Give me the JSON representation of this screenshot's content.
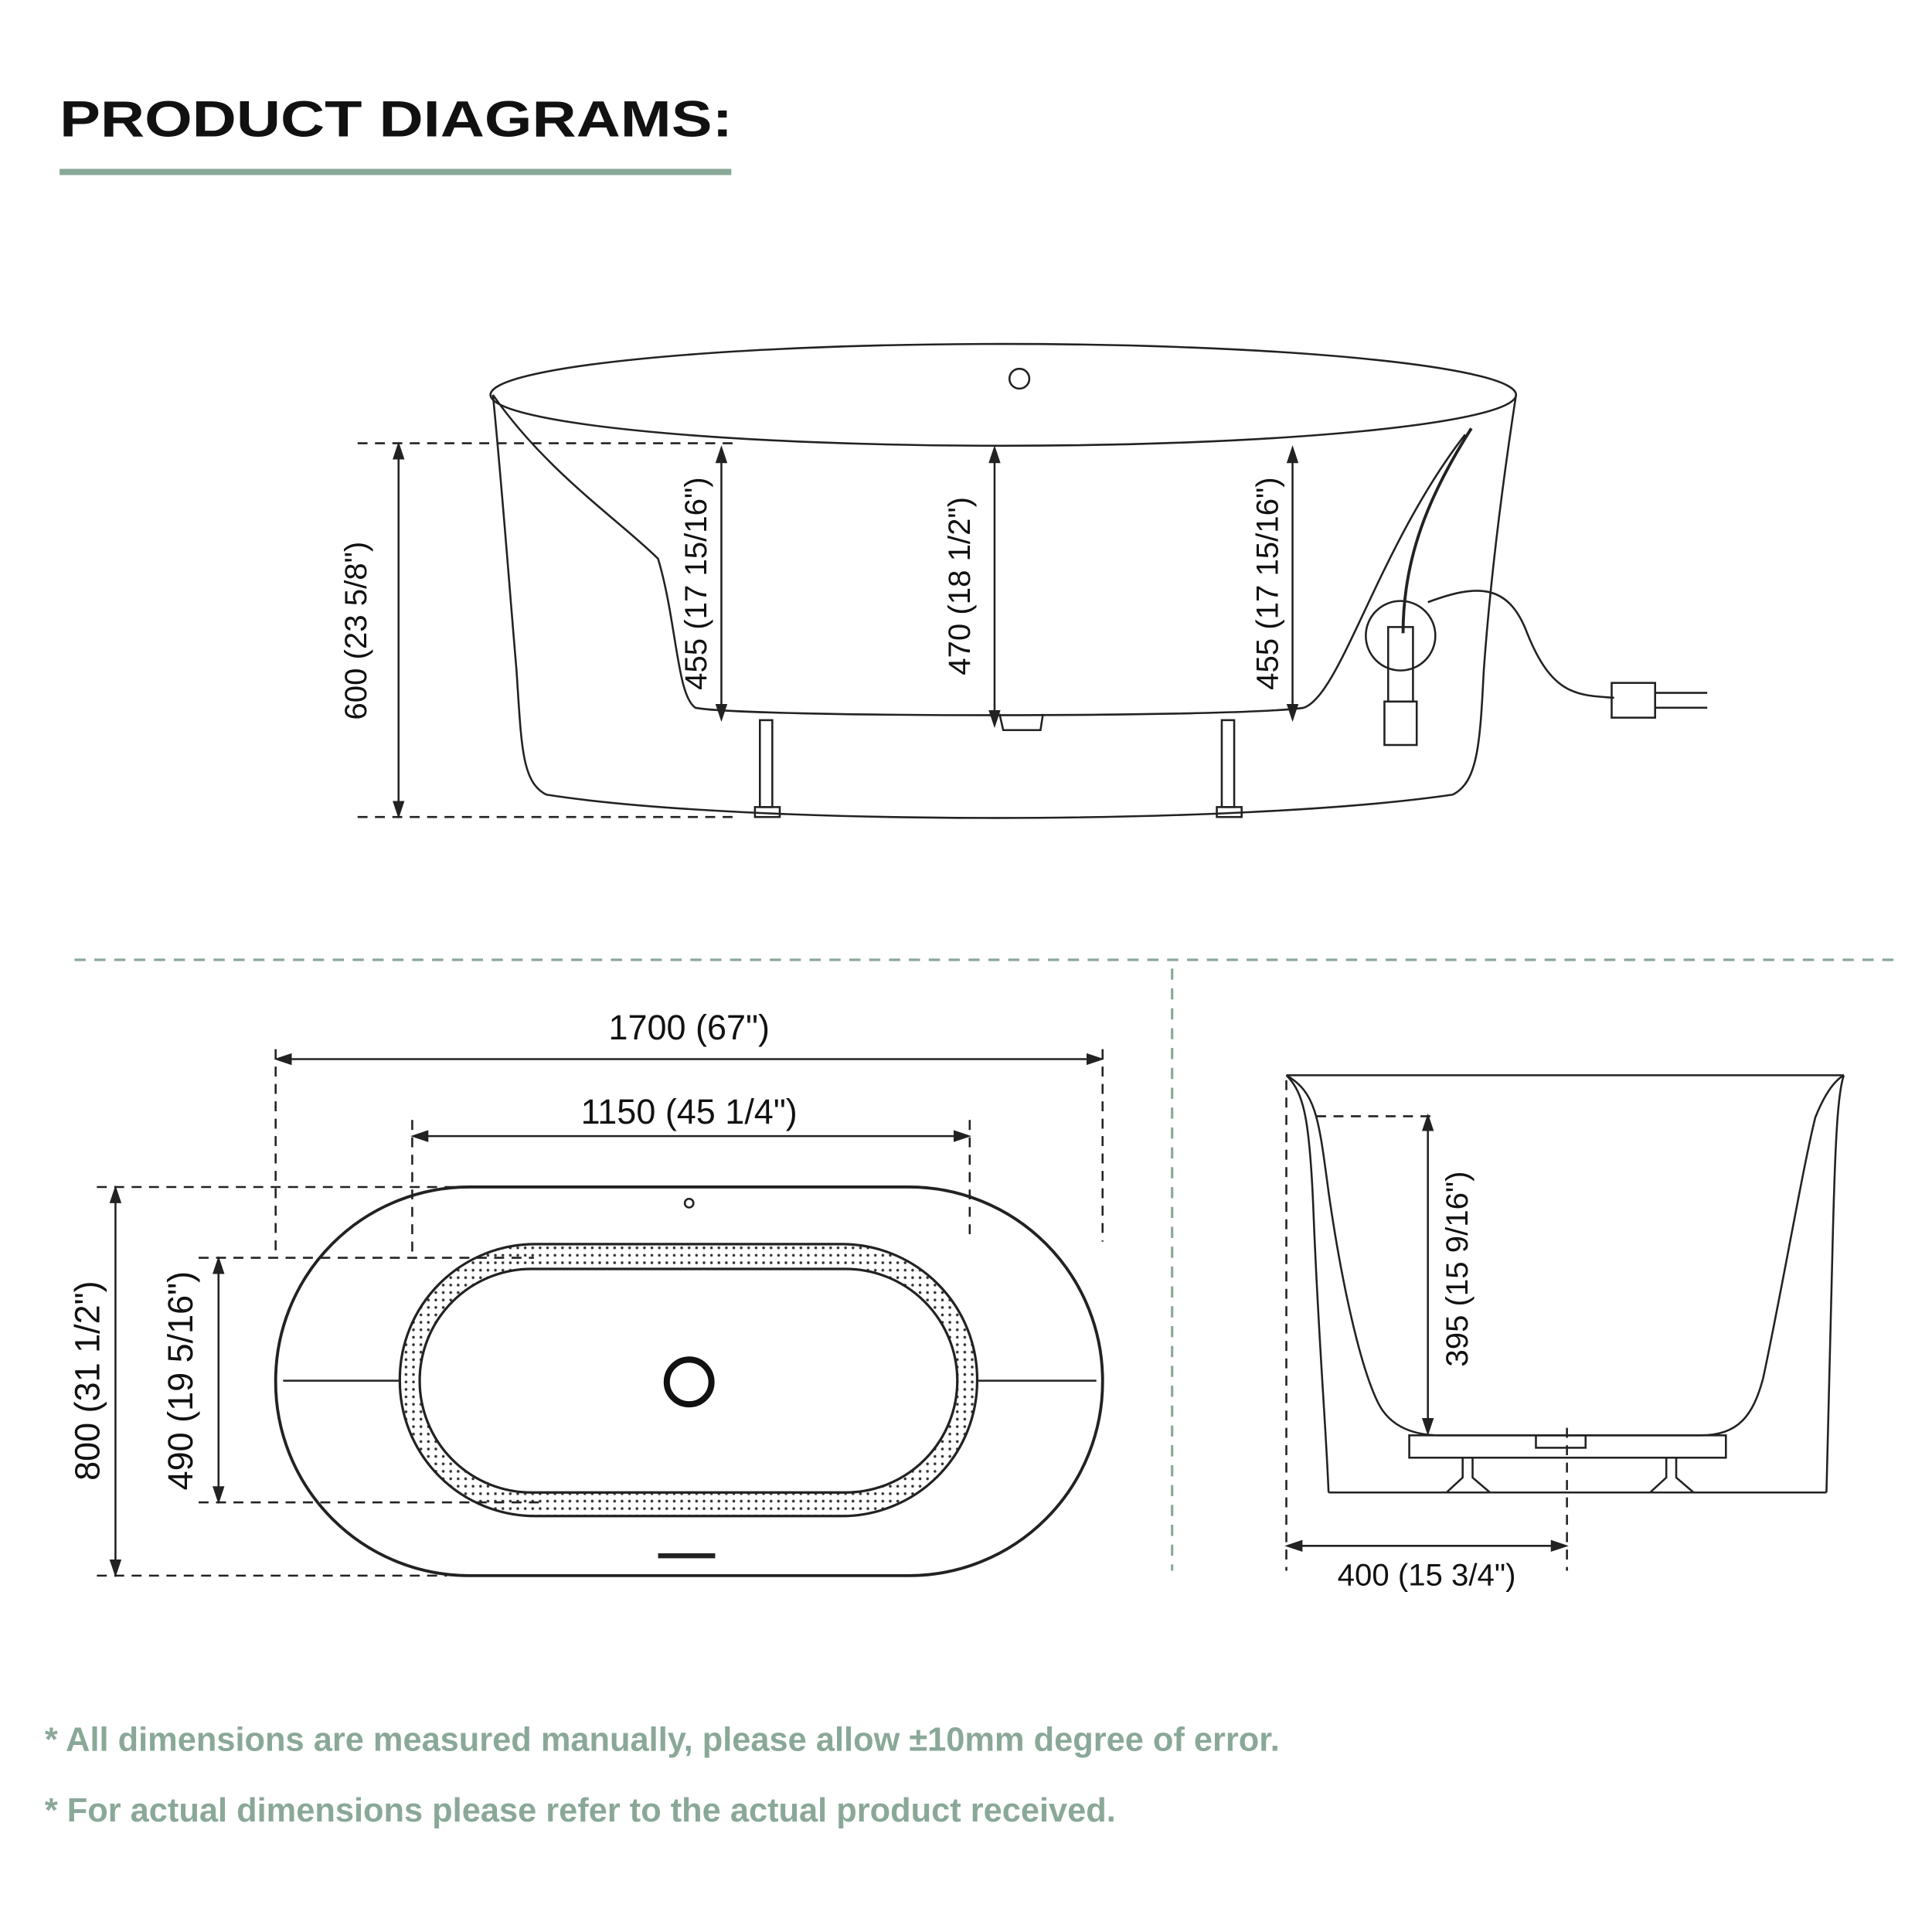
{
  "header": {
    "title": "PRODUCT DIAGRAMS:",
    "accent_color": "#8aa898"
  },
  "front_view": {
    "overall_height": "600 (23 5/8\")",
    "left_depth": "455 (17 15/16\")",
    "center_depth": "470 (18 1/2\")",
    "right_depth": "455 (17 15/16\")"
  },
  "top_view": {
    "overall_length": "1700 (67\")",
    "inner_length": "1150 (45 1/4\")",
    "overall_width": "800 (31 1/2\")",
    "inner_width": "490 (19 5/16\")"
  },
  "end_view": {
    "inner_depth": "395 (15 9/16\")",
    "drain_offset": "400 (15 3/4\")"
  },
  "notes": [
    "* All dimensions are measured manually, please allow ±10mm degree of error.",
    "* For actual dimensions please refer to the actual product received."
  ]
}
